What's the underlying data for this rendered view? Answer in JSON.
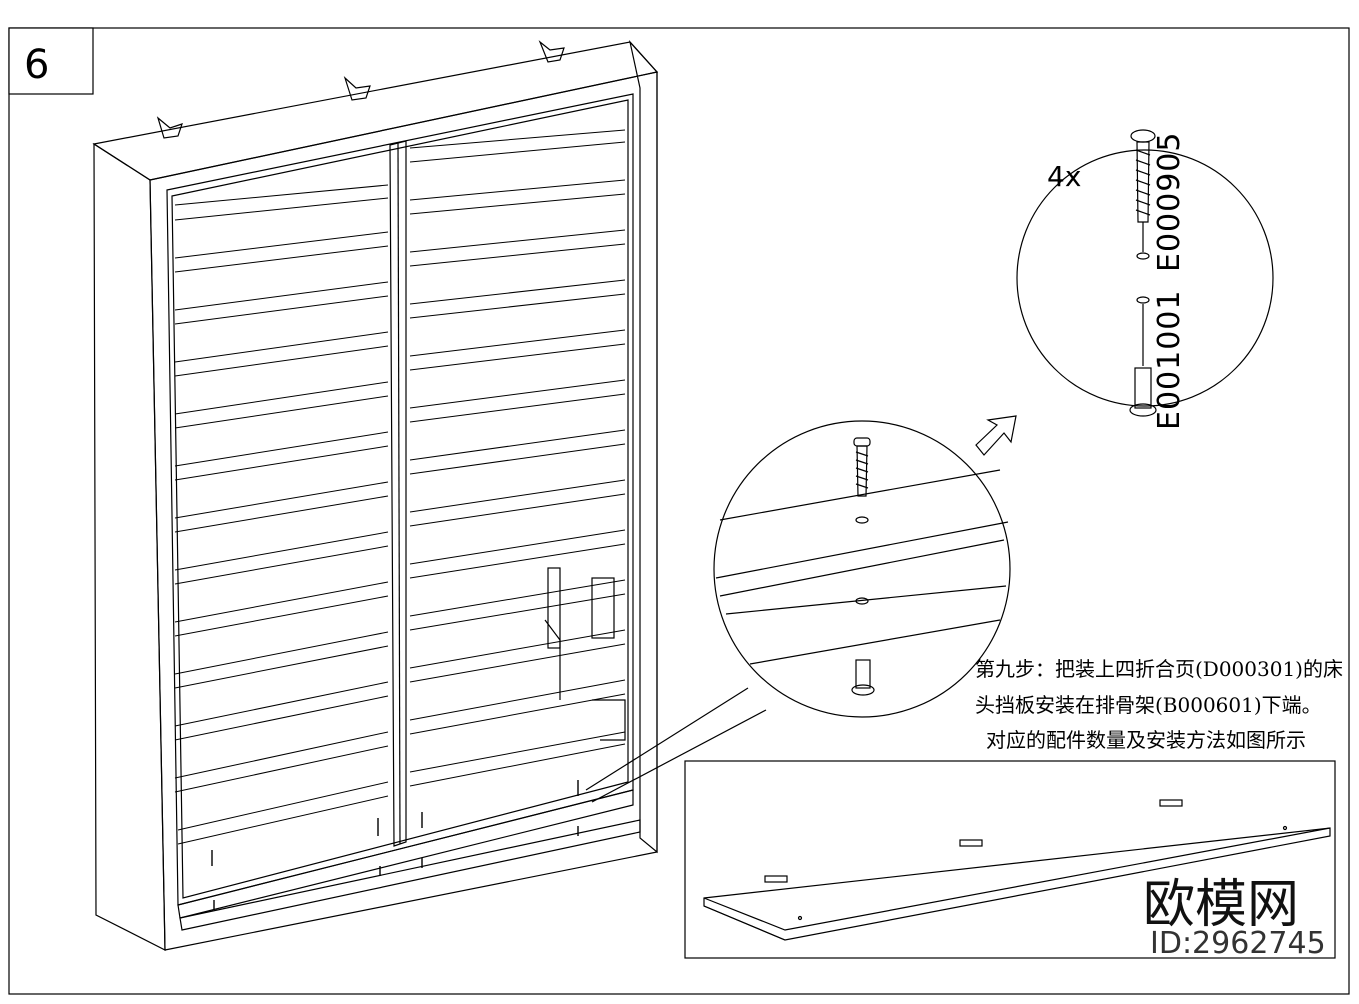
{
  "step": {
    "number": "6"
  },
  "hardware": {
    "quantity": "4x",
    "parts": [
      {
        "code": "E000905",
        "icon": "screw-icon"
      },
      {
        "code": "E001001",
        "icon": "barrel-nut-icon"
      }
    ]
  },
  "instructions": {
    "line1": "第九步：把装上四折合页(D000301)的床",
    "line2": "头挡板安装在排骨架(B000601)下端。",
    "line3": "对应的配件数量及安装方法如图所示"
  },
  "watermark": {
    "brand": "欧模网",
    "id": "ID:2962745"
  }
}
